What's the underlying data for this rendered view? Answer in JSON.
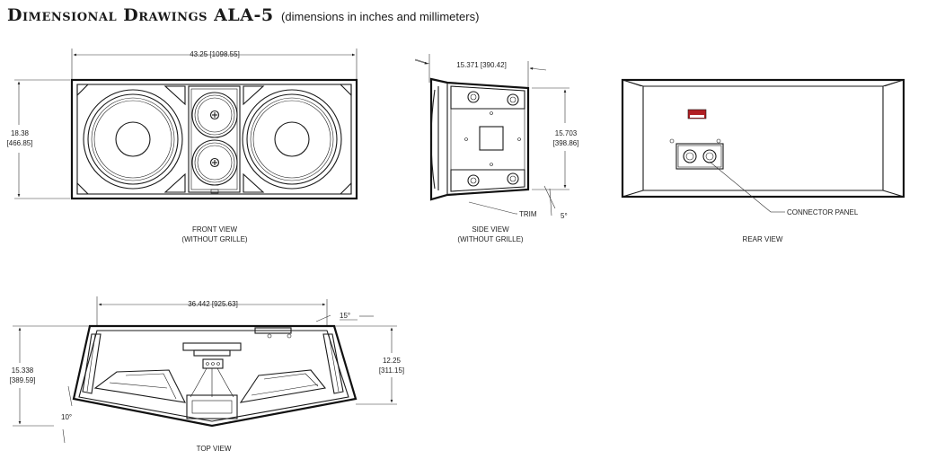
{
  "title": {
    "main": "Dimensional Drawings ALA-5",
    "subtitle": "(dimensions in inches and millimeters)"
  },
  "front_view": {
    "width_dim": "43.25 [1098.55]",
    "height_dim_line1": "18.38",
    "height_dim_line2": "[466.85]",
    "caption_line1": "FRONT VIEW",
    "caption_line2": "(WITHOUT GRILLE)"
  },
  "side_view": {
    "depth_dim": "15.371 [390.42]",
    "height_dim_line1": "15.703",
    "height_dim_line2": "[398.86]",
    "trim_label": "TRIM",
    "angle_label": "5°",
    "caption_line1": "SIDE VIEW",
    "caption_line2": "(WITHOUT GRILLE)"
  },
  "rear_view": {
    "connector_label": "CONNECTOR PANEL",
    "caption": "REAR VIEW"
  },
  "top_view": {
    "width_dim": "36.442 [925.63]",
    "angle_top": "15°",
    "angle_left": "10°",
    "left_dim_line1": "15.338",
    "left_dim_line2": "[389.59]",
    "right_dim_line1": "12.25",
    "right_dim_line2": "[311.15]",
    "caption": "TOP VIEW"
  },
  "colors": {
    "line": "#1a1a1a",
    "logo_red": "#b01e23"
  }
}
